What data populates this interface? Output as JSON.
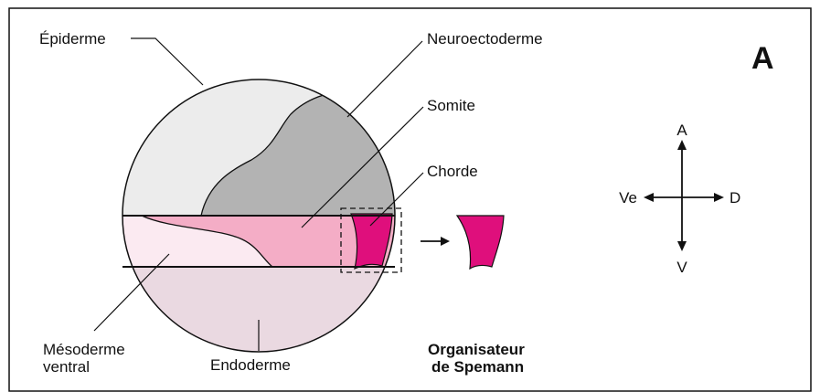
{
  "panel_letter": "A",
  "labels": {
    "epiderme": "Épiderme",
    "neuroectoderme": "Neuroectoderme",
    "somite": "Somite",
    "chorde": "Chorde",
    "mesoderme_line1": "Mésoderme",
    "mesoderme_line2": "ventral",
    "endoderme": "Endoderme",
    "organisateur_line1": "Organisateur",
    "organisateur_line2": "de Spemann"
  },
  "axes": {
    "anterior": "A",
    "ventral": "V",
    "ventral_left": "Ve",
    "dorsal": "D"
  },
  "colors": {
    "epiderme": "#ececec",
    "neuroectoderme": "#b3b3b3",
    "somite": "#f4adc6",
    "mesoderme_ventral": "#fbeaf1",
    "endoderme": "#ead9e1",
    "chorde": "#df0f7c",
    "outline": "#111111"
  }
}
